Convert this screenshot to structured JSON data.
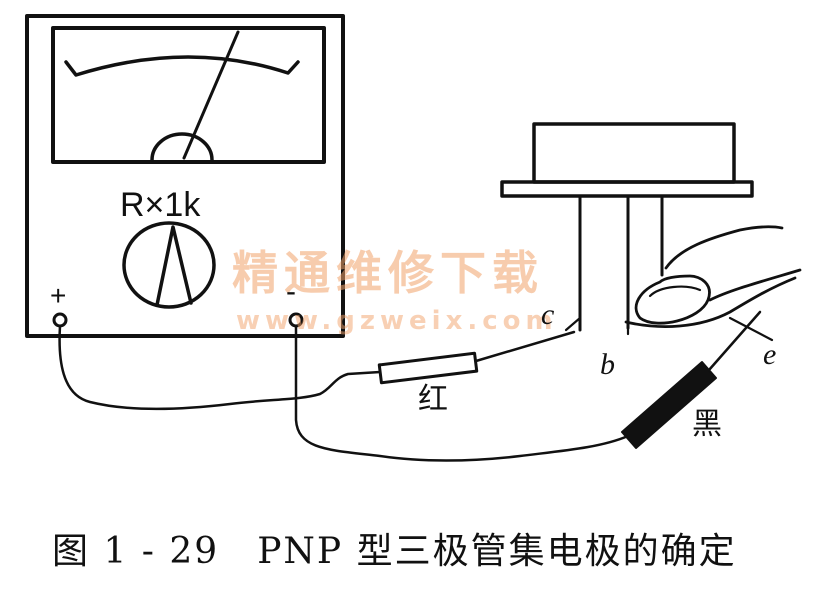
{
  "meter": {
    "range_label": "R×1k",
    "plus_label": "+",
    "minus_label": "-"
  },
  "transistor": {
    "lead_c": "c",
    "lead_b": "b",
    "lead_e": "e"
  },
  "probes": {
    "red_label": "红",
    "black_label": "黑"
  },
  "watermark": {
    "text": "精通维修下载",
    "url": "www.gzweix.com",
    "color": "#f2a36b"
  },
  "caption": "图 1 - 29　PNP 型三极管集电极的确定",
  "colors": {
    "line": "#111111",
    "background": "#ffffff"
  }
}
